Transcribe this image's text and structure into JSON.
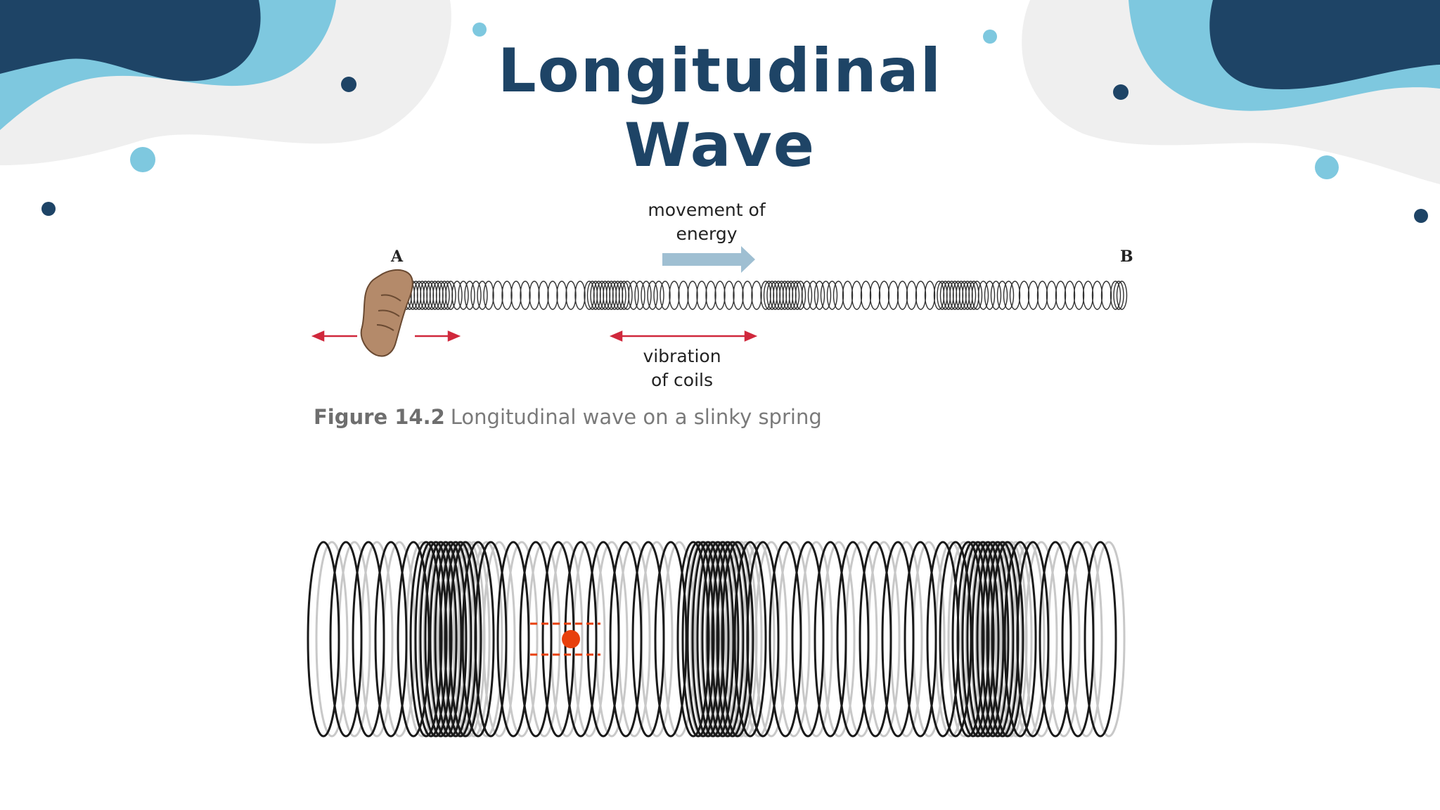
{
  "slide": {
    "title_line1": "Longitudinal",
    "title_line2": "Wave"
  },
  "figure1": {
    "label_a": "A",
    "label_b": "B",
    "energy_label_line1": "movement of",
    "energy_label_line2": "energy",
    "vibration_label_line1": "vibration",
    "vibration_label_line2": "of coils",
    "caption_number": "Figure 14.2",
    "caption_text": "Longitudinal wave on a slinky spring"
  },
  "colors": {
    "navy": "#1e4466",
    "light_blue": "#7ec8df",
    "pale_grey": "#efefef",
    "arrow_red": "#d0283c",
    "energy_arrow": "#9fbfd2",
    "particle_orange": "#e8400c"
  }
}
